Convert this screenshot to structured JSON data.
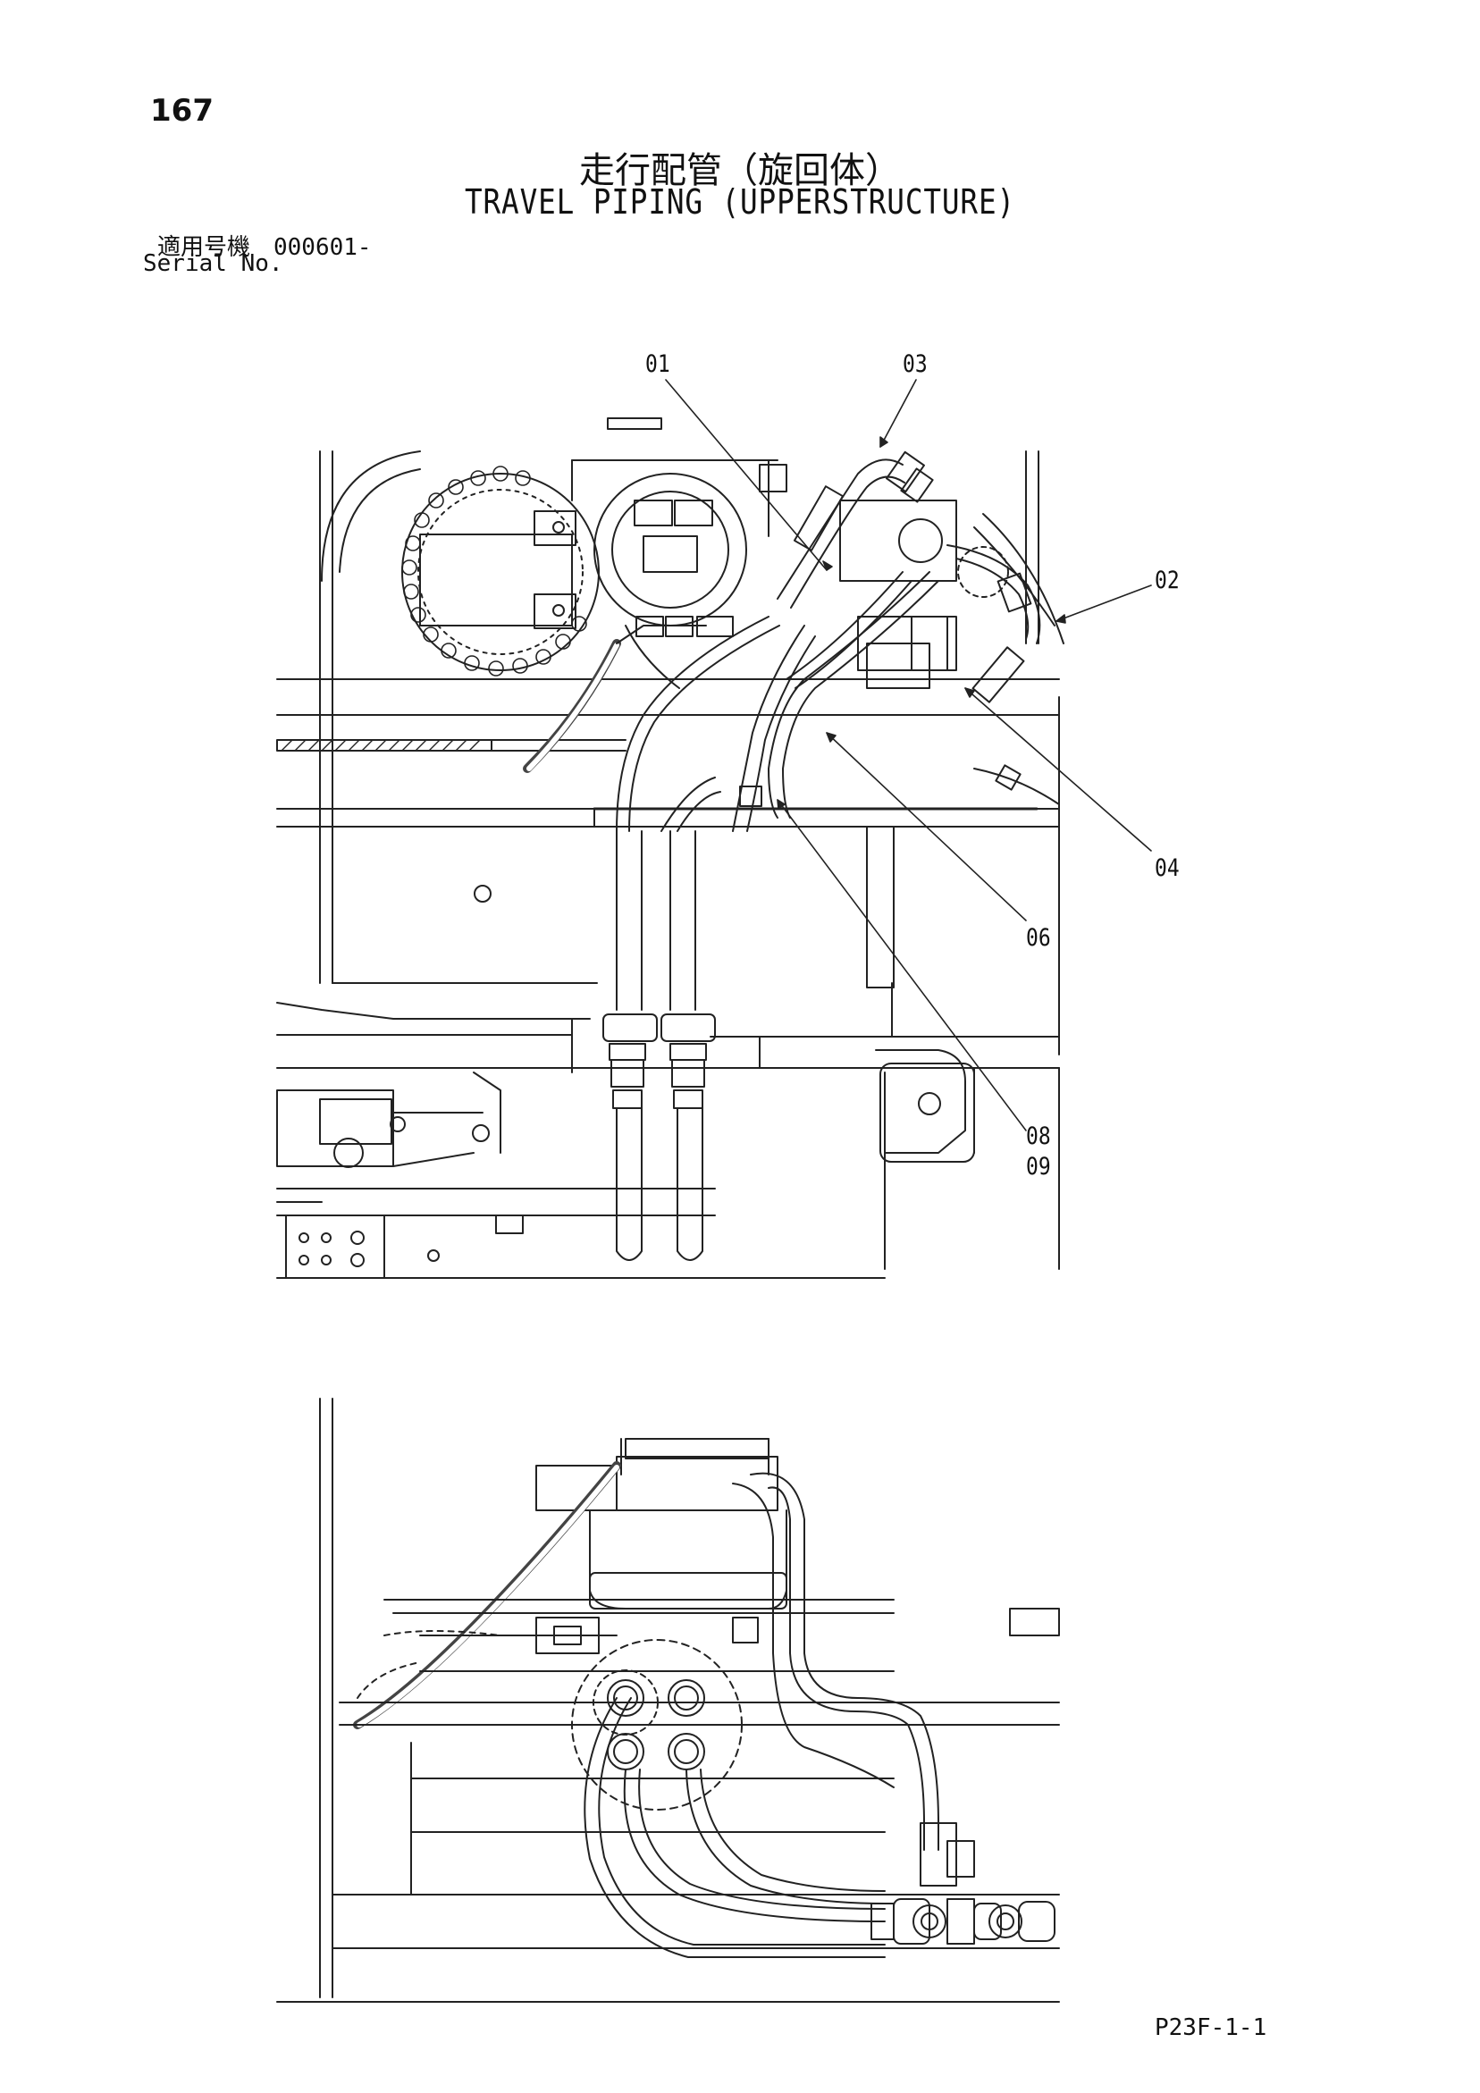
{
  "page_number": "167",
  "title_jp": "走行配管（旋回体）",
  "title_en": "TRAVEL PIPING (UPPERSTRUCTURE)",
  "applicable_serial_jp": "適用号機　000601-",
  "serial_label_en": "Serial No.",
  "callouts": {
    "c01": "01",
    "c03": "03",
    "c02": "02",
    "c04": "04",
    "c06": "06",
    "c08": "08",
    "c09": "09"
  },
  "footer_code": "P23F-1-1"
}
